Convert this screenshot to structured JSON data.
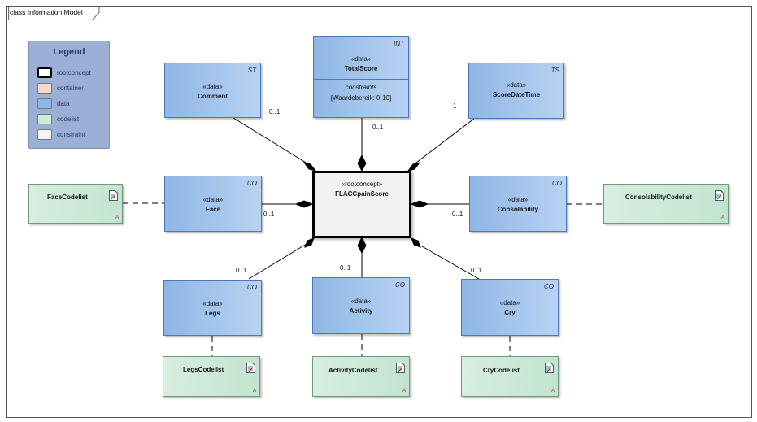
{
  "diagram": {
    "title": "class Information Model"
  },
  "legend": {
    "title": "Legend",
    "items": [
      {
        "label": "rootconcept",
        "color": "#ffffff"
      },
      {
        "label": "container",
        "color": "#f5dcc8"
      },
      {
        "label": "data",
        "color": "#8fb6e6"
      },
      {
        "label": "codelist",
        "color": "#cdebd6"
      },
      {
        "label": "constraint",
        "color": "#f4f4f4"
      }
    ]
  },
  "root": {
    "stereotype": "«rootconcept»",
    "name": "FLACCpainScore"
  },
  "classes": {
    "comment": {
      "stereotype": "«data»",
      "name": "Comment",
      "tag": "ST",
      "multiplicity": "0..1"
    },
    "totalscore": {
      "stereotype": "«data»",
      "name": "TotalScore",
      "tag": "INT",
      "multiplicity": "0..1",
      "constraints_title": "constraints",
      "constraint": "{Waardebereik: 0-10}"
    },
    "scoredatetime": {
      "stereotype": "«data»",
      "name": "ScoreDateTime",
      "tag": "TS",
      "multiplicity": "1"
    },
    "face": {
      "stereotype": "«data»",
      "name": "Face",
      "tag": "CO",
      "multiplicity": "0..1"
    },
    "consolability": {
      "stereotype": "«data»",
      "name": "Consolability",
      "tag": "CO",
      "multiplicity": "0..1"
    },
    "legs": {
      "stereotype": "«data»",
      "name": "Legs",
      "tag": "CO",
      "multiplicity": "0..1"
    },
    "activity": {
      "stereotype": "«data»",
      "name": "Activity",
      "tag": "CO",
      "multiplicity": "0..1"
    },
    "cry": {
      "stereotype": "«data»",
      "name": "Cry",
      "tag": "CO",
      "multiplicity": "0..1"
    }
  },
  "codelists": {
    "face": {
      "name": "FaceCodelist",
      "mark": "A"
    },
    "consolability": {
      "name": "ConsolabilityCodelist",
      "mark": "A"
    },
    "legs": {
      "name": "LegsCodelist",
      "mark": "A"
    },
    "activity": {
      "name": "ActivityCodelist",
      "mark": "A"
    },
    "cry": {
      "name": "CryCodelist",
      "mark": "A"
    }
  }
}
